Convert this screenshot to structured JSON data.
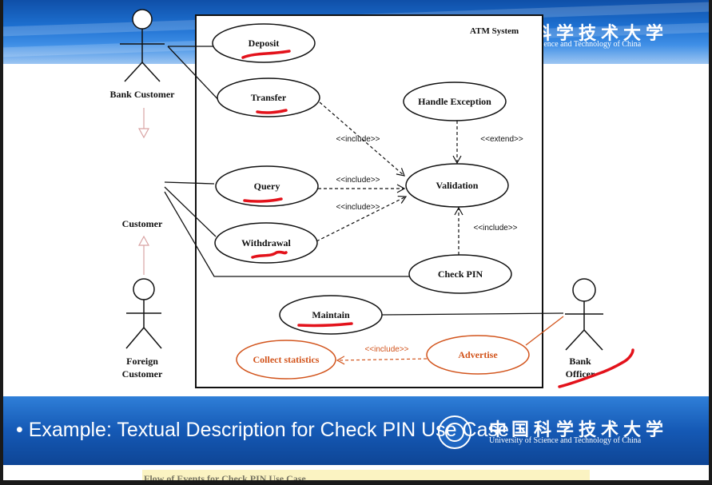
{
  "slide": {
    "bullet": "• Example: Textual Description for Check PIN Use Case",
    "header_logo": {
      "chinese": "中国科学技术大学",
      "english": "University of Science and Technology of China"
    },
    "footer_logo": {
      "chinese": "中国科学技术大学",
      "english": "University of Science and Technology of China"
    },
    "next_slide_peek": "Flow of Events for Check PIN Use Case"
  },
  "diagram": {
    "system_name": "ATM System",
    "actors": {
      "bank_customer": "Bank Customer",
      "customer": "Customer",
      "foreign_customer_line1": "Foreign",
      "foreign_customer_line2": "Customer",
      "bank_officer_line1": "Bank",
      "bank_officer_line2": "Officer"
    },
    "use_cases": {
      "deposit": "Deposit",
      "transfer": "Transfer",
      "query": "Query",
      "withdrawal": "Withdrawal",
      "validation": "Validation",
      "handle_exception": "Handle Exception",
      "check_pin": "Check PIN",
      "maintain": "Maintain",
      "collect_statistics": "Collect statistics",
      "advertise": "Advertise"
    },
    "relations": {
      "include_transfer": "<<include>>",
      "include_query": "<<include>>",
      "include_withdrawal": "<<include>>",
      "extend_exception": "<<extend>>",
      "include_checkpin": "<<include>>",
      "include_advertise": "<<include>>"
    },
    "colors": {
      "line": "#111111",
      "annotation_red": "#e3121b",
      "new_elements_orange": "#d2541c",
      "generalization_pink": "#d9a3a3"
    }
  }
}
